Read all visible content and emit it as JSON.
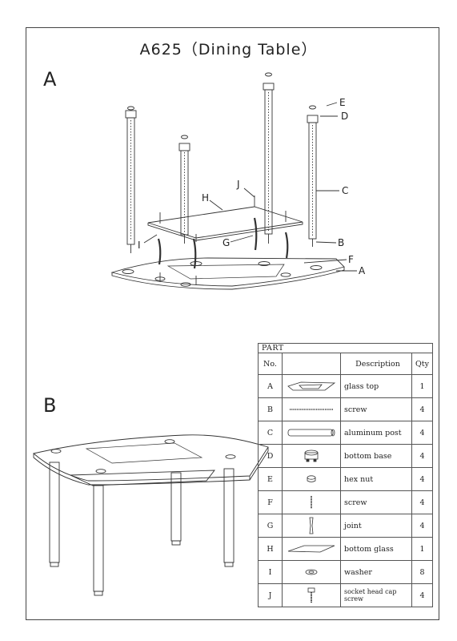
{
  "title": "A625（Dining Table）",
  "section_a_label": "A",
  "section_b_label": "B",
  "callouts": {
    "E": "E",
    "D": "D",
    "C": "C",
    "B": "B",
    "F": "F",
    "A": "A",
    "J": "J",
    "H": "H",
    "G": "G",
    "I": "I"
  },
  "parts_table": {
    "caption": "PART",
    "headers": {
      "no": "No.",
      "description": "Description",
      "qty": "Qty"
    },
    "rows": [
      {
        "no": "A",
        "icon": "glass-top-icon",
        "description": "glass top",
        "qty": "1"
      },
      {
        "no": "B",
        "icon": "screw-rod-icon",
        "description": "screw",
        "qty": "4"
      },
      {
        "no": "C",
        "icon": "aluminum-post-icon",
        "description": "aluminum post",
        "qty": "4"
      },
      {
        "no": "D",
        "icon": "bottom-base-icon",
        "description": "bottom base",
        "qty": "4"
      },
      {
        "no": "E",
        "icon": "hex-nut-icon",
        "description": "hex nut",
        "qty": "4"
      },
      {
        "no": "F",
        "icon": "screw-icon",
        "description": "screw",
        "qty": "4"
      },
      {
        "no": "G",
        "icon": "joint-icon",
        "description": "joint",
        "qty": "4"
      },
      {
        "no": "H",
        "icon": "bottom-glass-icon",
        "description": "bottom glass",
        "qty": "1"
      },
      {
        "no": "I",
        "icon": "washer-icon",
        "description": "washer",
        "qty": "8"
      },
      {
        "no": "J",
        "icon": "socket-head-cap-screw-icon",
        "description": "socket head cap screw",
        "qty": "4"
      }
    ]
  }
}
